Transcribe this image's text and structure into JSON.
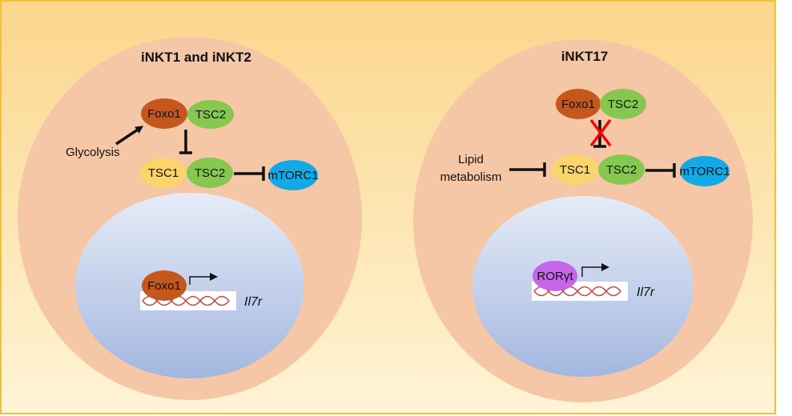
{
  "colors": {
    "bg_top": "#fbd68c",
    "bg_bottom": "#fff4d6",
    "frame": "#f2c230",
    "cell": "#f6c7a7",
    "nucleus_top": "#e6ecf7",
    "nucleus_bottom": "#a3b7df",
    "foxo1": "#c4571b",
    "tsc2": "#86c74f",
    "tsc1": "#fbd46c",
    "mtorc1": "#12a9e4",
    "rorgt": "#c765e8",
    "dna": "#c0504d",
    "block_x": "#ff0000"
  },
  "left": {
    "title": "iNKT1 and iNKT2",
    "foxo1": "Foxo1",
    "tsc2_top": "TSC2",
    "glycolysis": "Glycolysis",
    "tsc1": "TSC1",
    "tsc2": "TSC2",
    "mtorc1": "mTORC1",
    "tf": "Foxo1",
    "gene": "Il7r"
  },
  "right": {
    "title": "iNKT17",
    "foxo1": "Foxo1",
    "tsc2_top": "TSC2",
    "lipid_line1": "Lipid",
    "lipid_line2": "metabolism",
    "tsc1": "TSC1",
    "tsc2": "TSC2",
    "mtorc1": "mTORC1",
    "tf": "RORγt",
    "gene": "Il7r"
  }
}
